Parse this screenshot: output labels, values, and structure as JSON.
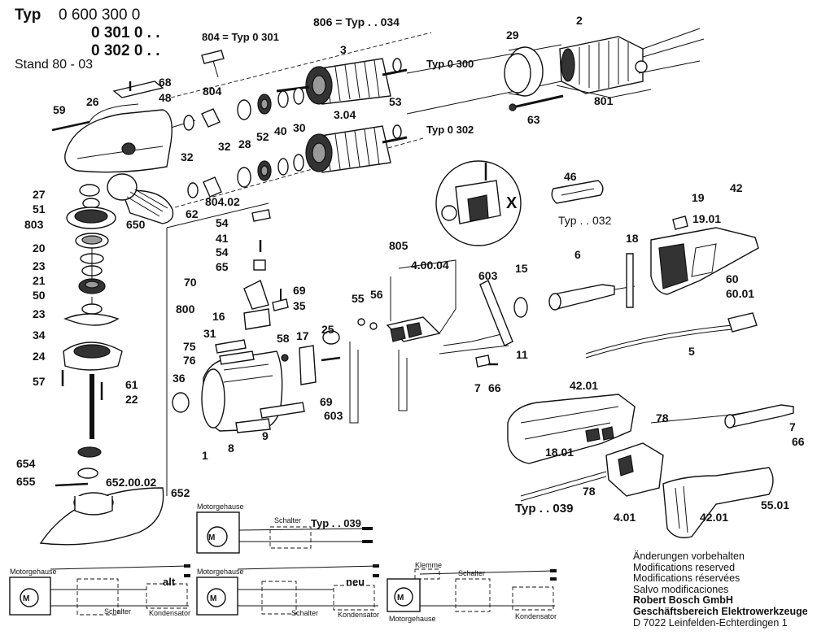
{
  "header": {
    "typ_label": "Typ",
    "typ_line1": "0 600 300 0",
    "typ_line2": "0 301 0 . .",
    "typ_line3": "0 302 0 . .",
    "stand": "Stand 80 - 03"
  },
  "variant_labels": {
    "typ_034": "806 = Typ . . 034",
    "typ_0301": "804 = Typ 0 301",
    "typ_0300": "Typ 0 300",
    "typ_0302": "Typ 0 302",
    "typ_032": "Typ . . 032",
    "typ_039": "Typ . . 039",
    "typ_039_wiring": "Typ . . 039",
    "detail_x": "X"
  },
  "part_numbers": {
    "p2": "2",
    "p29": "29",
    "p3": "3",
    "p53": "53",
    "p801": "801",
    "p63": "63",
    "p304": "3.04",
    "p68": "68",
    "p48": "48",
    "p26": "26",
    "p59": "59",
    "p804": "804",
    "p32a": "32",
    "p32b": "32",
    "p28": "28",
    "p52": "52",
    "p40": "40",
    "p30": "30",
    "p27": "27",
    "p51": "51",
    "p803": "803",
    "p20": "20",
    "p23a": "23",
    "p21": "21",
    "p50": "50",
    "p23b": "23",
    "p34": "34",
    "p24": "24",
    "p57": "57",
    "p61": "61",
    "p22": "22",
    "p654": "654",
    "p655": "655",
    "p6520002": "652.00.02",
    "p652": "652",
    "p650": "650",
    "p62": "62",
    "p80402": "804.02",
    "p54a": "54",
    "p41": "41",
    "p54b": "54",
    "p65": "65",
    "p70": "70",
    "p69a": "69",
    "p35": "35",
    "p800": "800",
    "p16": "16",
    "p31": "31",
    "p75": "75",
    "p76": "76",
    "p58": "58",
    "p17": "17",
    "p36": "36",
    "p1": "1",
    "p8": "8",
    "p9": "9",
    "p69b": "69",
    "p25": "25",
    "p603a": "603",
    "p805": "805",
    "p40004": "4.00.04",
    "p55": "55",
    "p56": "56",
    "p603b": "603",
    "p15": "15",
    "p6": "6",
    "p11": "11",
    "p7a": "7",
    "p66a": "66",
    "p46": "46",
    "p19": "19",
    "p1901": "19.01",
    "p42": "42",
    "p18": "18",
    "p60": "60",
    "p6001": "60.01",
    "p5": "5",
    "p4201a": "42.01",
    "p1801": "18.01",
    "p78a": "78",
    "p7b": "7",
    "p66b": "66",
    "p78b": "78",
    "p401": "4.01",
    "p4201b": "42.01",
    "p5501": "55.01"
  },
  "wiring": {
    "motorgehause": "Motorgehause",
    "schalter": "Schalter",
    "kondensator": "Kondensator",
    "klemme": "Klemme",
    "alt": "alt",
    "neu": "neu"
  },
  "notes": {
    "line1": "Änderungen vorbehalten",
    "line2": "Modifications reserved",
    "line3": "Modifications réservées",
    "line4": "Salvo modificaciones",
    "company": "Robert Bosch GmbH",
    "division": "Geschäftsbereich Elektrowerkzeuge",
    "address": "D 7022 Leinfelden-Echterdingen 1"
  }
}
